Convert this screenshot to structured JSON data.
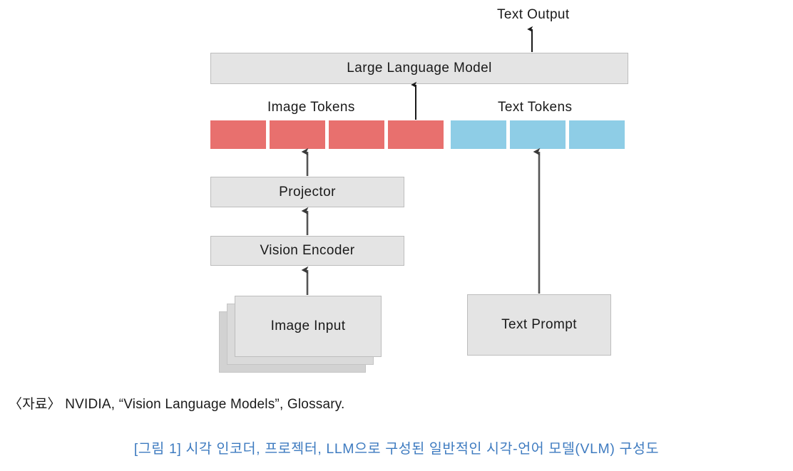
{
  "figure": {
    "output_label": "Text Output",
    "llm_box": "Large Language Model",
    "image_tokens_label": "Image Tokens",
    "text_tokens_label": "Text Tokens",
    "projector_box": "Projector",
    "vision_encoder_box": "Vision Encoder",
    "image_input_box": "Image Input",
    "text_prompt_box": "Text Prompt",
    "tokens": {
      "image": [
        {
          "index": 1,
          "color": "#e8706e"
        },
        {
          "index": 2,
          "color": "#e8706e"
        },
        {
          "index": 3,
          "color": "#e8706e"
        },
        {
          "index": 4,
          "color": "#e8706e"
        }
      ],
      "text": [
        {
          "index": 1,
          "color": "#8ecde6"
        },
        {
          "index": 2,
          "color": "#8ecde6"
        },
        {
          "index": 3,
          "color": "#8ecde6"
        }
      ]
    },
    "colors": {
      "image_token": "#e8706e",
      "text_token": "#8ecde6",
      "box_fill": "#e4e4e4",
      "box_border": "#bdbdbd",
      "arrow": "#555555",
      "caption": "#3e7bc0"
    }
  },
  "source": {
    "text": "〈자료〉 NVIDIA, “Vision Language Models”, Glossary."
  },
  "caption": {
    "text": "[그림 1] 시각 인코더, 프로젝터, LLM으로 구성된 일반적인 시각-언어 모델(VLM) 구성도"
  }
}
